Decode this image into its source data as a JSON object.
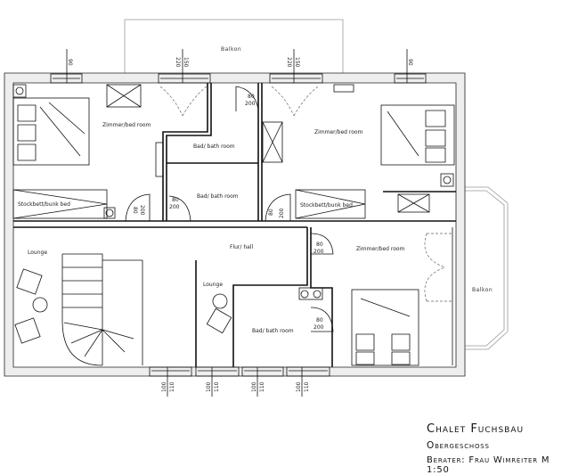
{
  "title_block": {
    "project": "Chalet Fuchsbau",
    "floor": "Obergeschoss",
    "consultant_scale": "Berater: Frau Wimreiter  M 1:50"
  },
  "labels": {
    "balcony_top": "Balkon",
    "balcony_right": "Balkon",
    "bedroom_top_left": "Zimmer/bed room",
    "bedroom_top_right": "Zimmer/bed room",
    "bedroom_bottom_right": "Zimmer/bed room",
    "bath_1": "Bad/ bath room",
    "bath_2": "Bad/ bath room",
    "bath_3": "Bad/ bath room",
    "bunk_left": "Stockbett/bunk bed",
    "bunk_right": "Stockbett/bunk bed",
    "hall": "Flur/ hall",
    "lounge_left": "Lounge",
    "lounge_center": "Lounge"
  },
  "dimensions": {
    "top_windows": [
      {
        "a": "90",
        "b": ""
      },
      {
        "a": "150",
        "b": "220"
      },
      {
        "a": "150",
        "b": "220"
      },
      {
        "a": "90",
        "b": ""
      }
    ],
    "bottom_windows": [
      {
        "a": "100",
        "b": "110"
      },
      {
        "a": "100",
        "b": "110"
      },
      {
        "a": "100",
        "b": "110"
      },
      {
        "a": "100",
        "b": "110"
      }
    ],
    "doors": [
      {
        "w": "80",
        "h": "200"
      },
      {
        "w": "80",
        "h": "200"
      },
      {
        "w": "80",
        "h": "200"
      },
      {
        "w": "80",
        "h": "200"
      },
      {
        "w": "80",
        "h": "200"
      },
      {
        "w": "80",
        "h": "200"
      }
    ]
  }
}
